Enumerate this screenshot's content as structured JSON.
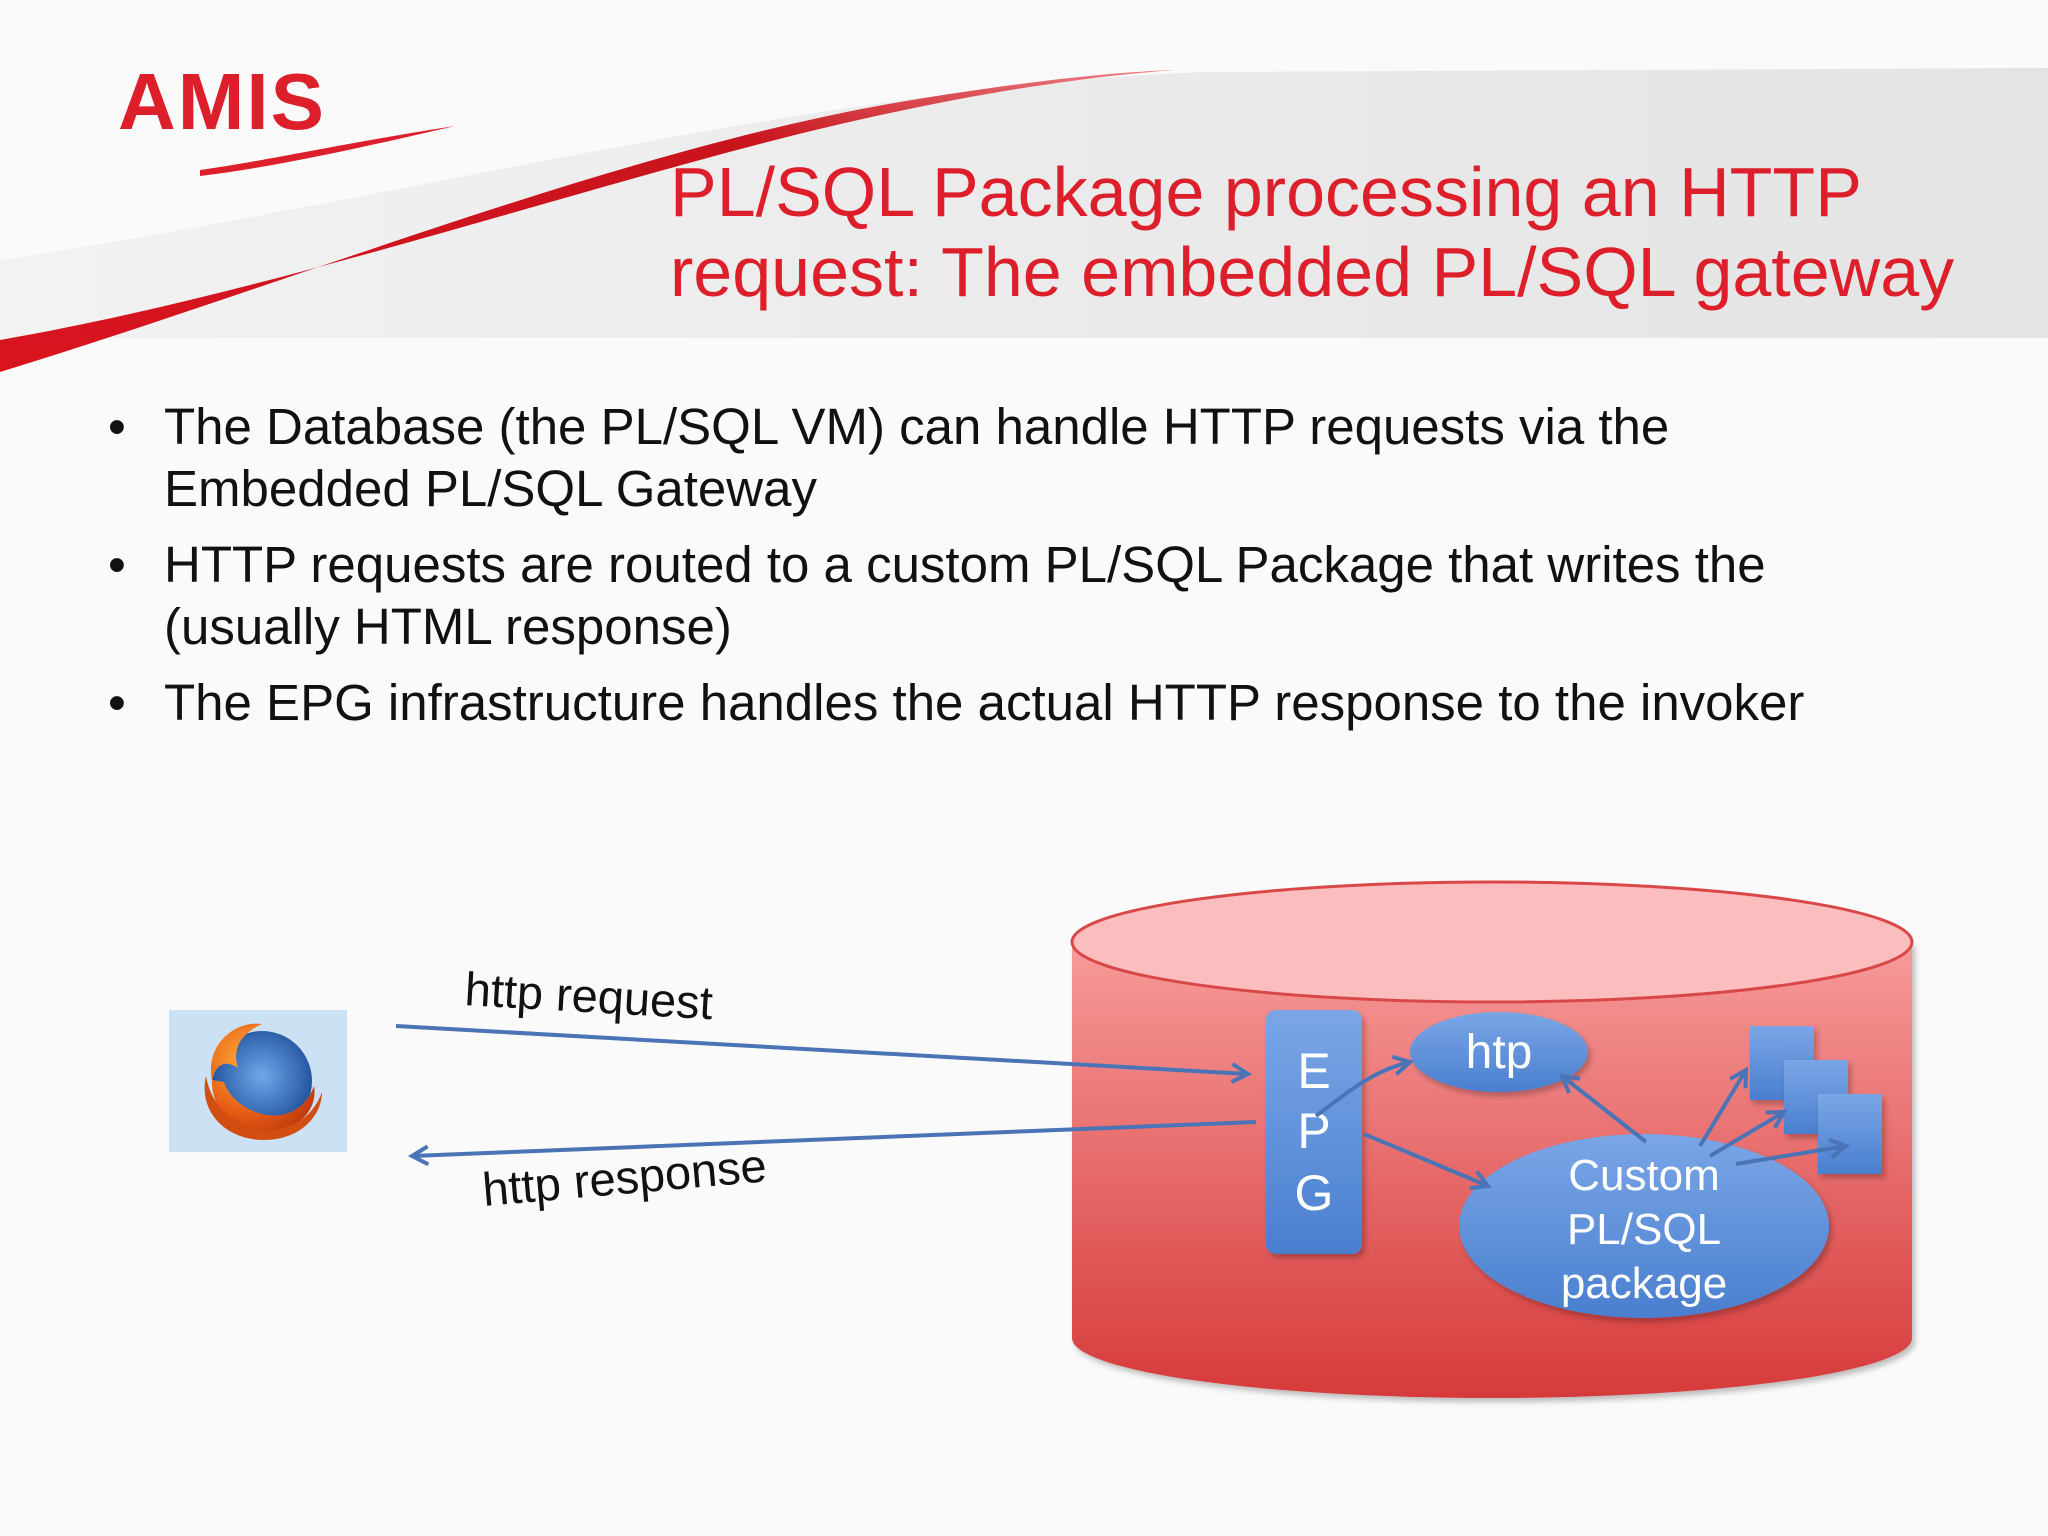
{
  "logo": {
    "text": "AMIS"
  },
  "title": {
    "lines": [
      "PL/SQL Package processing an HTTP",
      "request: The embedded PL/SQL gateway"
    ]
  },
  "bullets": [
    {
      "lines": [
        "The Database (the PL/SQL VM) can handle HTTP requests via the",
        "Embedded PL/SQL Gateway"
      ]
    },
    {
      "lines": [
        "HTTP requests are routed to a custom PL/SQL Package that writes the",
        "(usually HTML response)"
      ]
    },
    {
      "lines": [
        "The EPG infrastructure handles the actual HTTP response to the invoker"
      ]
    }
  ],
  "bullet_symbol": "•",
  "diagram": {
    "browser_icon": "firefox-browser-icon",
    "request_label": "http request",
    "response_label": "http response",
    "epg_letters": [
      "E",
      "P",
      "G"
    ],
    "htp_label": "htp",
    "package_label_lines": [
      "Custom",
      "PL/SQL",
      "package"
    ],
    "database_icon": "database-cylinder"
  },
  "colors": {
    "brand_red": "#dc1f2a",
    "accent_blue": "#4f81bd",
    "node_blue": "#5b8fd9",
    "arrow_blue": "#4a74b6",
    "cylinder_top": "#fbb9b9",
    "cylinder_body_top": "#f58c8c",
    "cylinder_body_bottom": "#d63a3a"
  }
}
